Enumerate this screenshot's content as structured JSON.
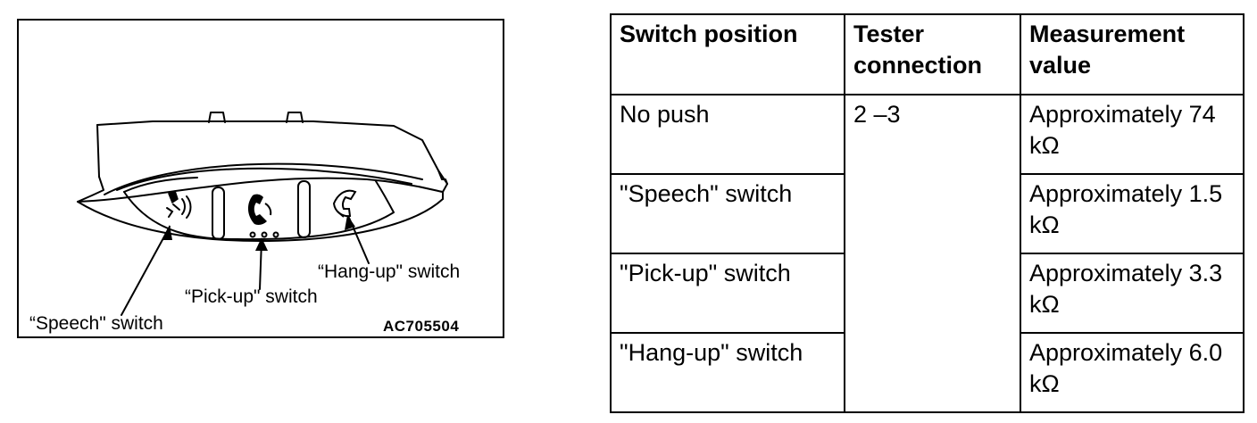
{
  "figure": {
    "callouts": {
      "hang_up": "“Hang-up\" switch",
      "pick_up": "“Pick-up\" switch",
      "speech": "“Speech\" switch"
    },
    "code": "AC705504",
    "icons": [
      "speech-icon",
      "pick-up-phone-icon",
      "hang-up-phone-icon"
    ]
  },
  "table": {
    "headers": {
      "switch_position": "Switch position",
      "tester_connection": "Tester connection",
      "measurement_value": "Measurement value"
    },
    "tester_connection": "2 –3",
    "rows": [
      {
        "position": "No push",
        "value": "Approximately 74 kΩ"
      },
      {
        "position": "\"Speech\" switch",
        "value": "Approximately 1.5 kΩ"
      },
      {
        "position": "\"Pick-up\" switch",
        "value": "Approximately 3.3 kΩ"
      },
      {
        "position": "\"Hang-up\" switch",
        "value": "Approximately 6.0 kΩ"
      }
    ]
  }
}
